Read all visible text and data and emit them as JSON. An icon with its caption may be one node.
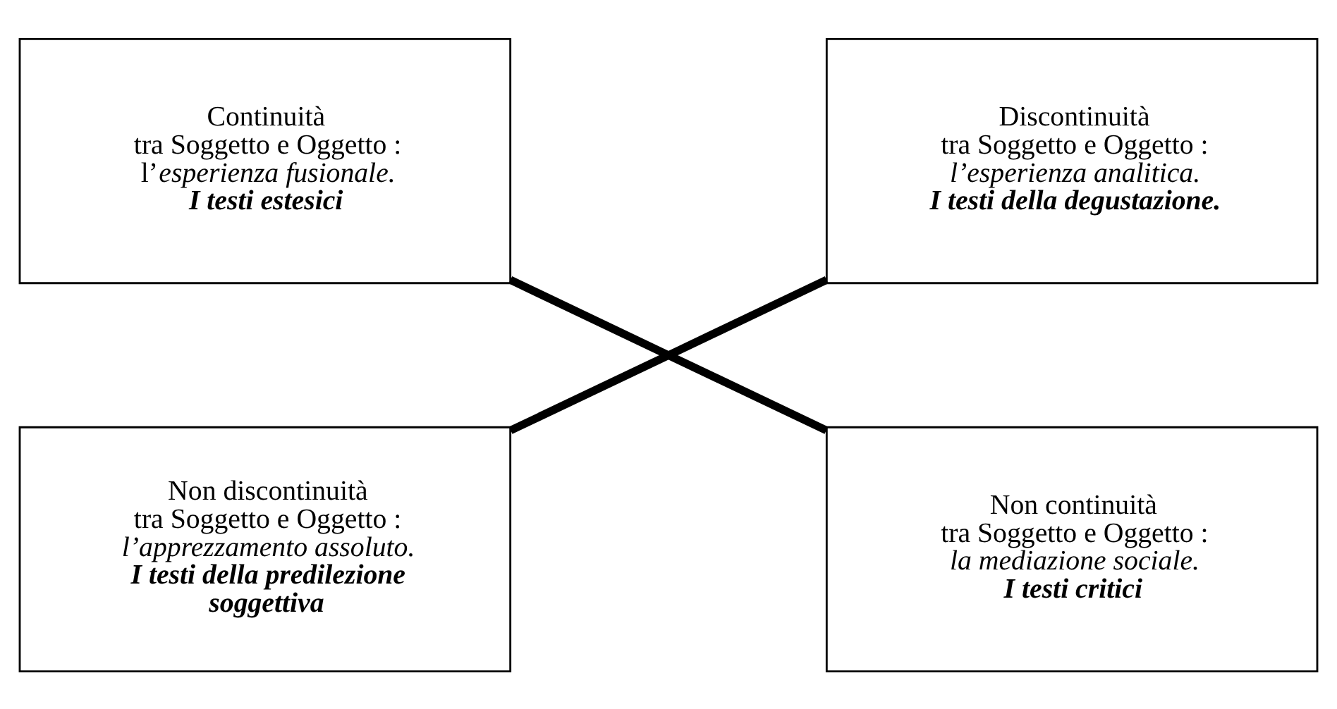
{
  "diagram": {
    "nodes": [
      {
        "text": [
          "Continuità tra Soggetto e Oggetto :",
          "l’*esperienza fusionale.*",
          "I testi estesici"
        ]
      },
      {
        "text": [
          "Discontinuità tra Soggetto e Oggetto :",
          "l’esperienza analitica.",
          "I testi della degustazione."
        ]
      },
      {
        "text": [
          "Non discontinuità tra Soggetto e Oggetto :",
          "l’apprezzamento assoluto.",
          "I testi della predilezione soggettiva"
        ]
      },
      {
        "text": [
          "Non continuità tra Soggetto e Oggetto :",
          "la mediazione sociale.",
          "I testi critici"
        ]
      }
    ],
    "edges": [
      {
        "from": 0,
        "to": 3,
        "arrow": "none"
      },
      {
        "from": 1,
        "to": 2,
        "arrow": "none"
      }
    ]
  }
}
